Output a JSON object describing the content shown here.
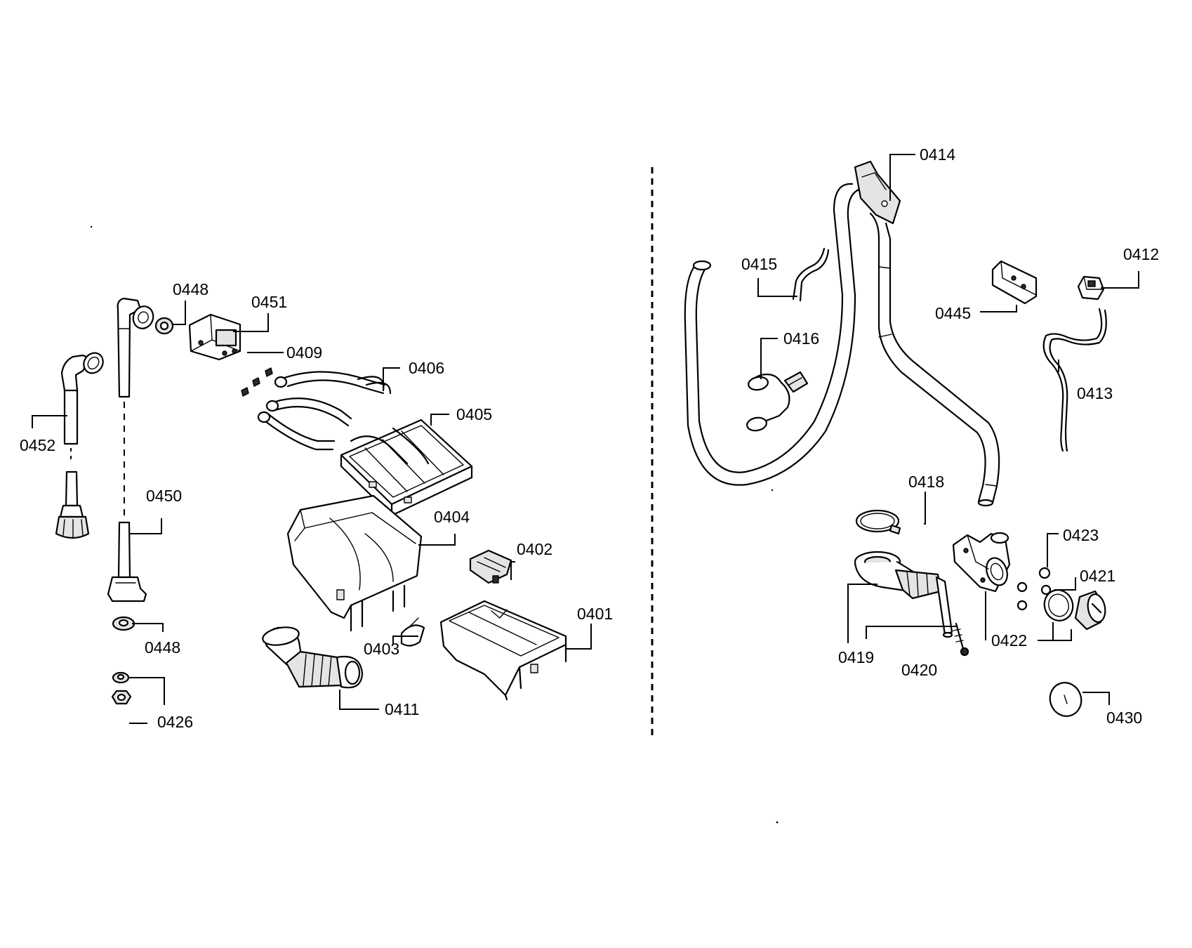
{
  "diagram": {
    "left_panel": {
      "callouts": [
        {
          "id": "c0452",
          "label": "0452"
        },
        {
          "id": "c0448a",
          "label": "0448"
        },
        {
          "id": "c0451",
          "label": "0451"
        },
        {
          "id": "c0409",
          "label": "0409"
        },
        {
          "id": "c0406",
          "label": "0406"
        },
        {
          "id": "c0405",
          "label": "0405"
        },
        {
          "id": "c0450",
          "label": "0450"
        },
        {
          "id": "c0404",
          "label": "0404"
        },
        {
          "id": "c0402",
          "label": "0402"
        },
        {
          "id": "c0401",
          "label": "0401"
        },
        {
          "id": "c0448b",
          "label": "0448"
        },
        {
          "id": "c0403",
          "label": "0403"
        },
        {
          "id": "c0411",
          "label": "0411"
        },
        {
          "id": "c0426",
          "label": "0426"
        }
      ]
    },
    "right_panel": {
      "callouts": [
        {
          "id": "c0414",
          "label": "0414"
        },
        {
          "id": "c0415",
          "label": "0415"
        },
        {
          "id": "c0412",
          "label": "0412"
        },
        {
          "id": "c0445",
          "label": "0445"
        },
        {
          "id": "c0416",
          "label": "0416"
        },
        {
          "id": "c0413",
          "label": "0413"
        },
        {
          "id": "c0418",
          "label": "0418"
        },
        {
          "id": "c0423",
          "label": "0423"
        },
        {
          "id": "c0421",
          "label": "0421"
        },
        {
          "id": "c0419",
          "label": "0419"
        },
        {
          "id": "c0422",
          "label": "0422"
        },
        {
          "id": "c0420",
          "label": "0420"
        },
        {
          "id": "c0430",
          "label": "0430"
        }
      ]
    }
  }
}
